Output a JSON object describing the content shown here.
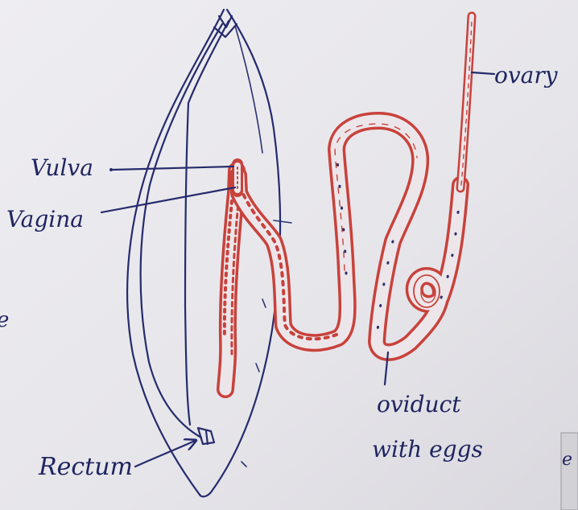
{
  "diagram": {
    "labels": {
      "ovary": "ovary",
      "vulva": "Vulva",
      "vagina": "Vagina",
      "rectum": "Rectum",
      "oviduct_line1": "oviduct",
      "oviduct_line2": "with eggs"
    },
    "edge_fragments": {
      "left": "e",
      "right": "e"
    }
  },
  "colors": {
    "paper": "#e6e5ea",
    "blue_ink": "#252b6c",
    "red_ink": "#c8423b"
  }
}
